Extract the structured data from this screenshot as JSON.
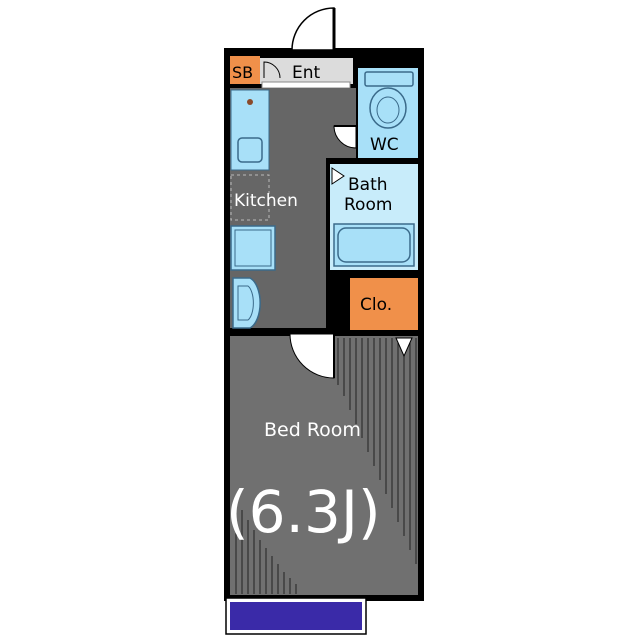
{
  "labels": {
    "sb": "SB",
    "entrance": "Ent",
    "wc": "WC",
    "bath_line1": "Bath",
    "bath_line2": "Room",
    "kitchen": "Kitchen",
    "closet": "Clo.",
    "bedroom": "Bed Room",
    "size": "(6.3J)"
  },
  "colors": {
    "wall": "#000000",
    "floor_dark": "#666666",
    "floor_bedroom": "#707070",
    "fixture_blue": "#a8e0f8",
    "fixture_outline": "#3a6a8a",
    "bath_floor": "#c8ecfa",
    "orange": "#f0904a",
    "balcony": "#3a2aa8",
    "entrance_floor": "#dcdcdc",
    "white": "#ffffff"
  }
}
